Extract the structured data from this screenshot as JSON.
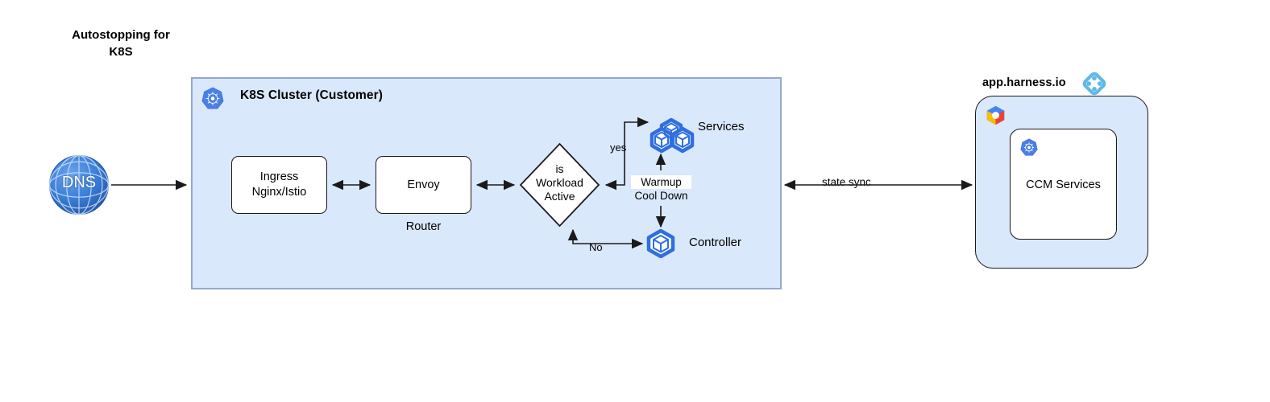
{
  "title": "Autostopping for\nK8S",
  "cluster": {
    "label": "K8S Cluster (Customer)",
    "icon": "kubernetes-icon",
    "fill": "#dae8fc",
    "border": "#92a8d1"
  },
  "dns": {
    "label": "DNS",
    "icon": "globe-icon",
    "color": "#2f6fd0"
  },
  "nodes": {
    "ingress": {
      "label": "Ingress\nNginx/Istio"
    },
    "envoy": {
      "label": "Envoy",
      "caption": "Router"
    },
    "decision": {
      "label": "is\nWorkload\nActive"
    },
    "services": {
      "label": "Services",
      "icon": "services-cubes-icon"
    },
    "controller": {
      "label": "Controller",
      "icon": "controller-cube-icon"
    }
  },
  "annotations": {
    "warmup": "Warmup",
    "cooldown": "Cool Down",
    "yes": "yes",
    "no": "No",
    "state_sync": "state sync"
  },
  "harness": {
    "title": "app.harness.io",
    "logo": "harness-logo-icon",
    "cloud_icon": "gcp-icon",
    "inner": {
      "label": "CCM Services",
      "icon": "kubernetes-icon"
    },
    "fill": "#dae8fc"
  },
  "colors": {
    "k8s_blue": "#326ce5",
    "panel_fill": "#dae8fc",
    "panel_border": "#92a8d1",
    "edge": "#1a1a1a",
    "harness_blue": "#5fb8e8"
  }
}
